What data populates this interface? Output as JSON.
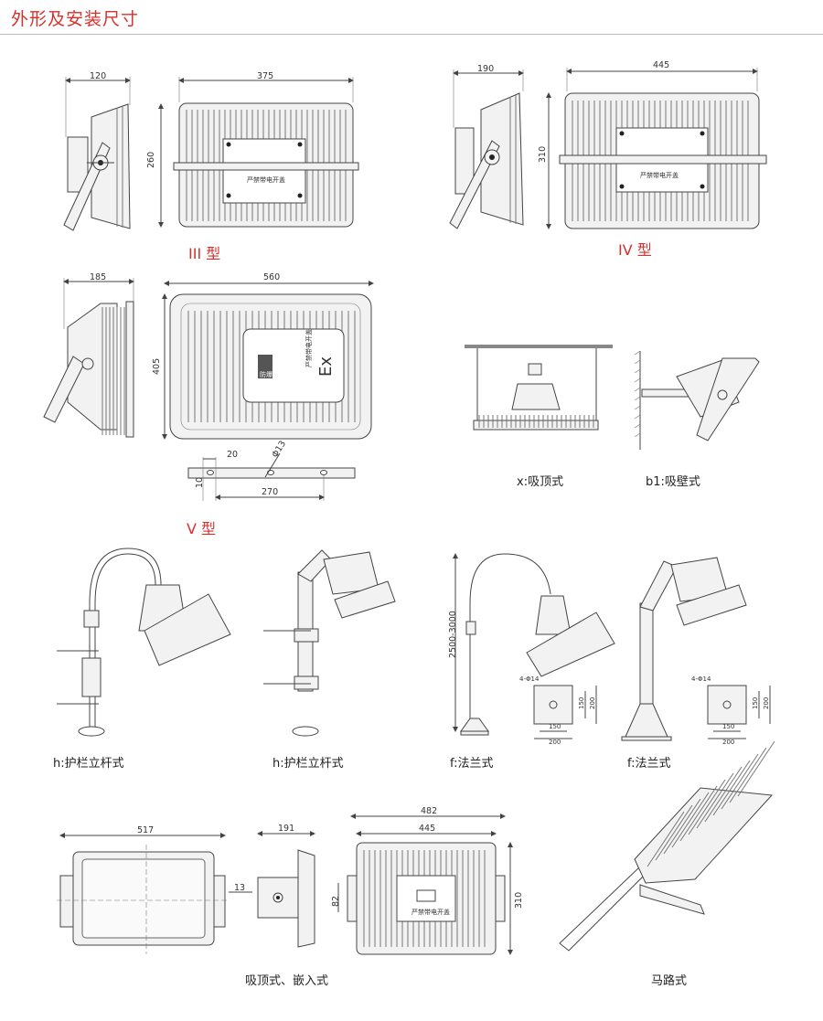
{
  "title": "外形及安装尺寸",
  "types": {
    "iii": "III 型",
    "iv": "IV 型",
    "v": "V 型"
  },
  "plate_text": "严禁带电开盖",
  "plate_text_v": "严禁带电开盖",
  "ex_mark": "Ex",
  "ex_badge": "防爆",
  "dims": {
    "iii_side": "120",
    "iii_width": "375",
    "iii_height": "260",
    "iv_side": "190",
    "iv_width": "445",
    "iv_height": "310",
    "v_side": "185",
    "v_width": "560",
    "v_height": "405",
    "bracket_20": "20",
    "bracket_hole": "Φ13",
    "bracket_10": "10",
    "bracket_270": "270",
    "pole_range": "2500-3000",
    "flange_holes_1": "4-Φ14",
    "flange_150a_1": "150",
    "flange_200a_1": "200",
    "flange_150b_1": "150",
    "flange_200b_1": "200",
    "flange_holes_2": "4-Φ14",
    "flange_150a_2": "150",
    "flange_200a_2": "200",
    "flange_150b_2": "150",
    "flange_200b_2": "200",
    "bottom_517": "517",
    "bottom_13": "13",
    "bottom_191": "191",
    "bottom_482": "482",
    "bottom_445": "445",
    "bottom_82": "82",
    "bottom_310": "310"
  },
  "captions": {
    "ceiling": "x:吸顶式",
    "wall": "b1:吸壁式",
    "guardrail_1": "h:护栏立杆式",
    "guardrail_2": "h:护栏立杆式",
    "flange_1": "f:法兰式",
    "flange_2": "f:法兰式",
    "embedded": "吸顶式、嵌入式",
    "road": "马路式"
  }
}
